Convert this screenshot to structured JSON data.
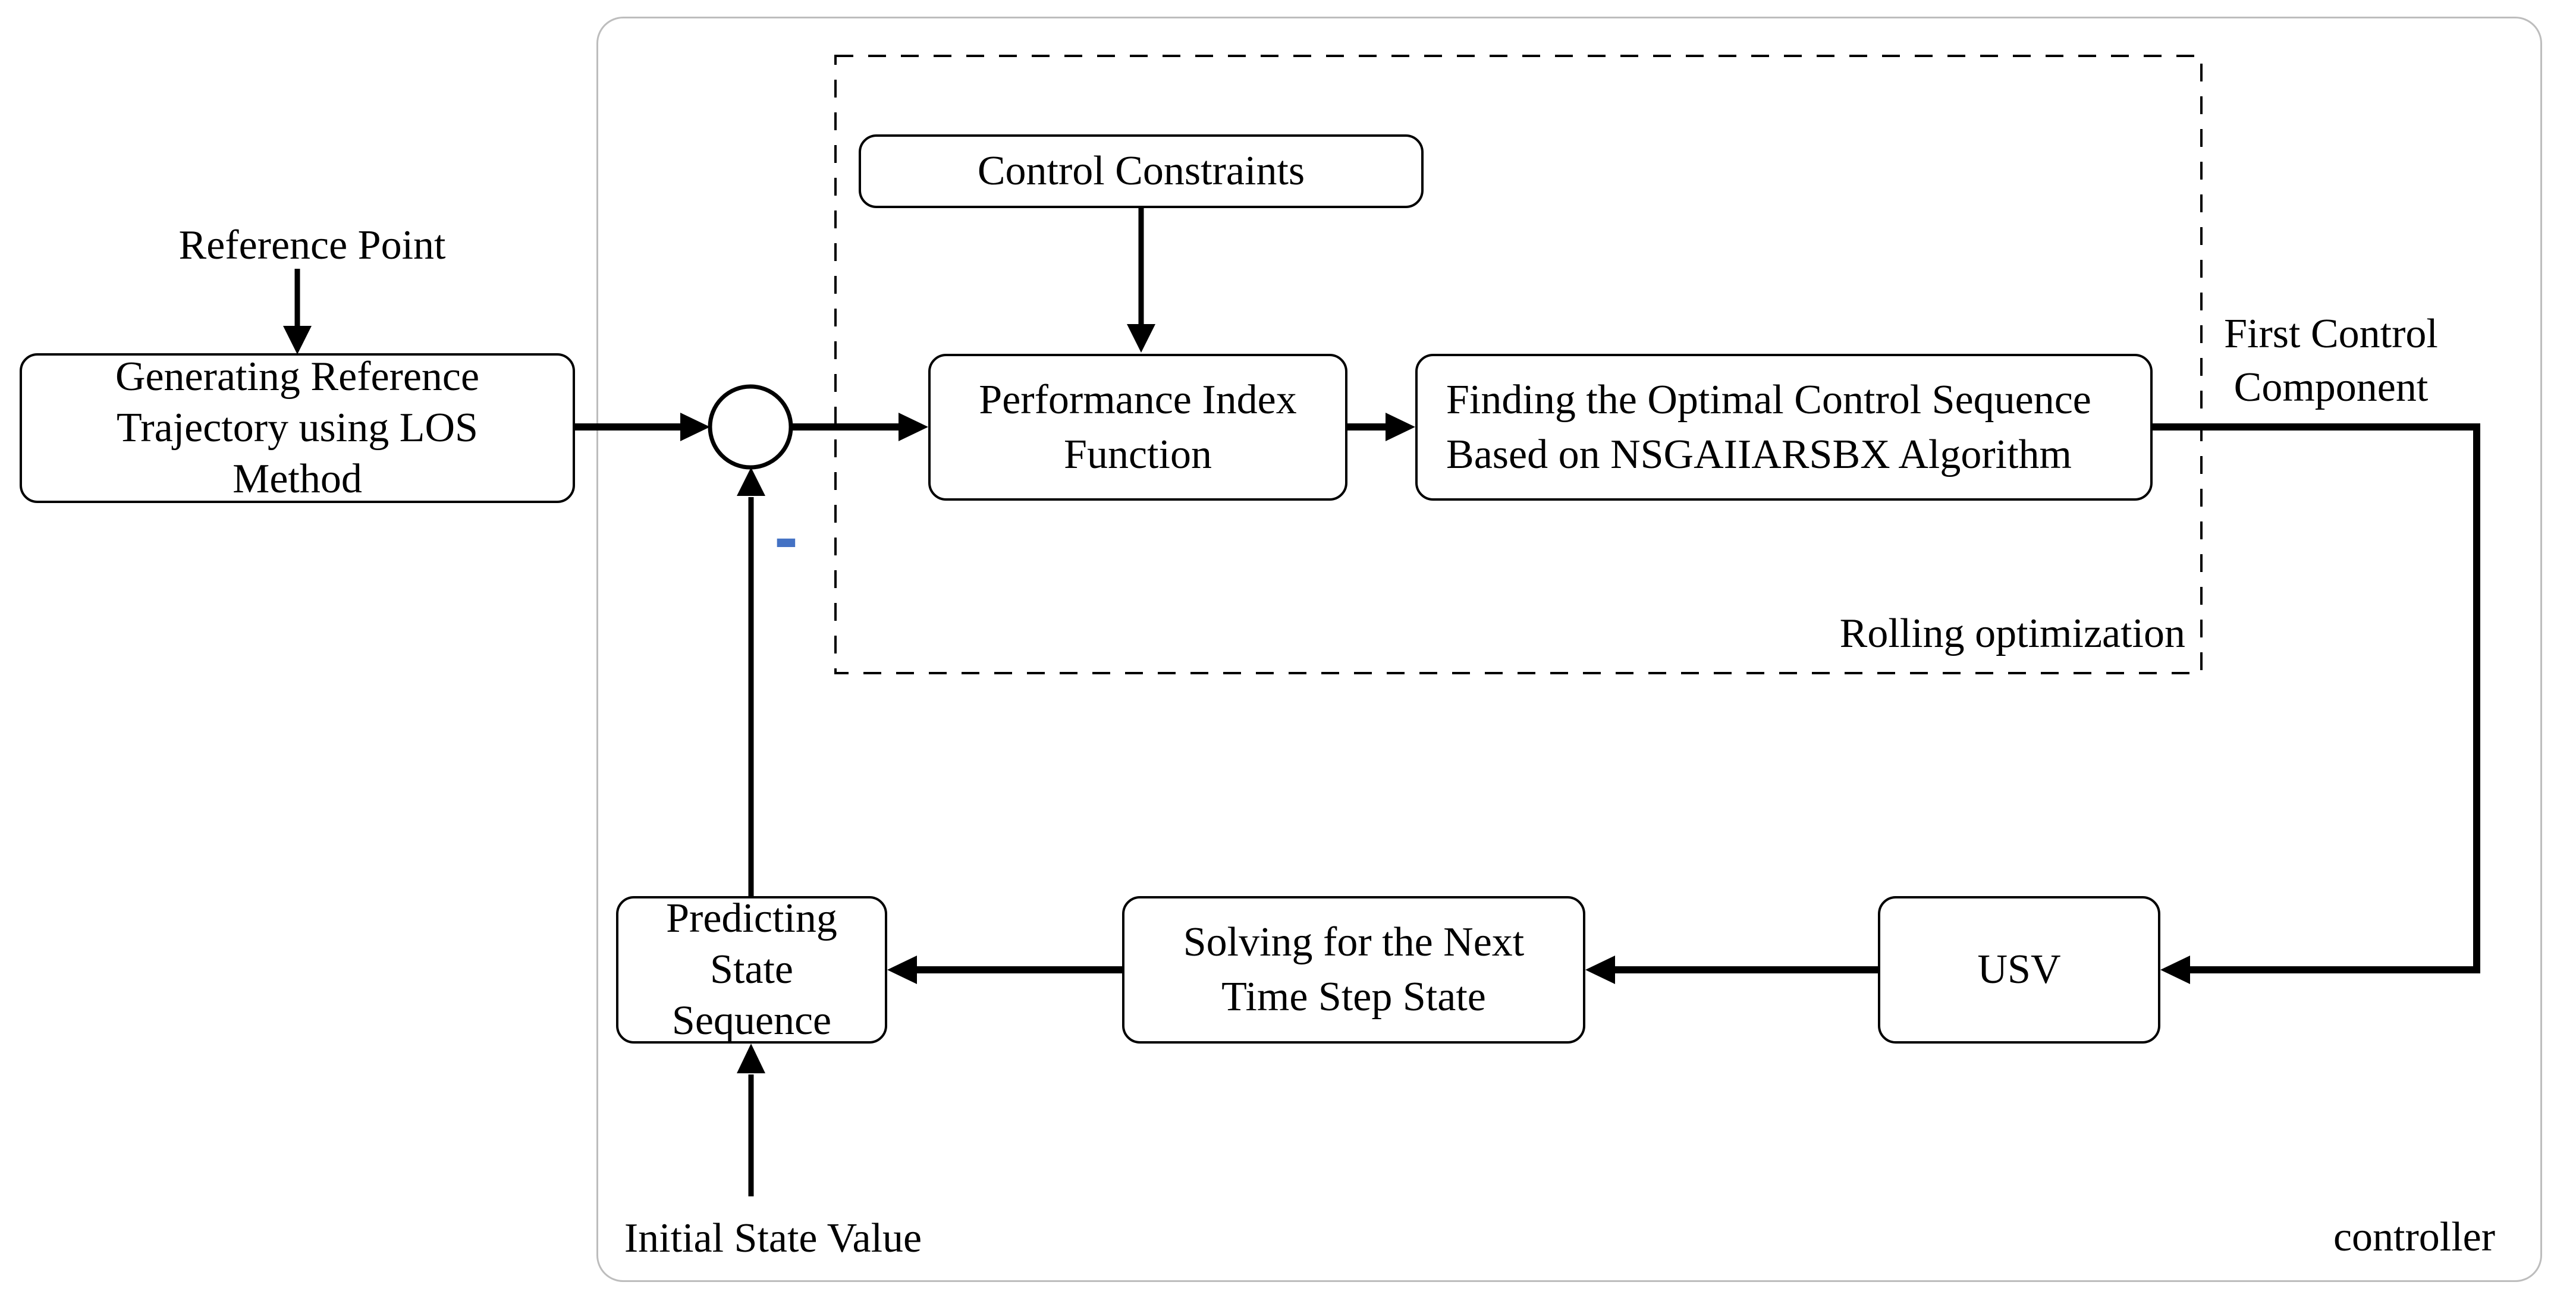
{
  "diagram": {
    "boxes": {
      "generating": {
        "lines": [
          "Generating Reference",
          "Trajectory using LOS",
          "Method"
        ]
      },
      "control_constraints": {
        "lines": [
          "Control Constraints"
        ]
      },
      "performance_index": {
        "lines": [
          "Performance Index",
          "Function"
        ]
      },
      "finding_optimal": {
        "lines": [
          "Finding the Optimal Control Sequence",
          "Based on NSGAIIARSBX Algorithm"
        ]
      },
      "predicting": {
        "lines": [
          "Predicting",
          "State",
          "Sequence"
        ]
      },
      "solving": {
        "lines": [
          "Solving for the Next",
          "Time Step State"
        ]
      },
      "usv": {
        "lines": [
          "USV"
        ]
      }
    },
    "labels": {
      "reference_point": "Reference Point",
      "first_control_line1": "First Control",
      "first_control_line2": "Component",
      "rolling_optimization": "Rolling optimization",
      "initial_state_value": "Initial State Value",
      "controller": "controller",
      "minus": "-"
    },
    "colors": {
      "wire": "#000000",
      "minus": "#4472C4",
      "container_border": "#BDBDBD",
      "background": "#FFFFFF"
    }
  }
}
